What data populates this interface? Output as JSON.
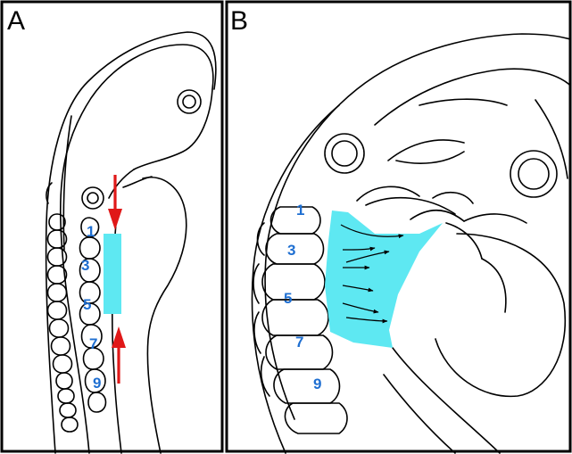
{
  "panels": [
    {
      "letter": "A",
      "somite_labels": [
        "1",
        "3",
        "5",
        "7",
        "9"
      ]
    },
    {
      "letter": "B",
      "somite_labels": [
        "1",
        "3",
        "5",
        "7",
        "9"
      ]
    }
  ],
  "colors": {
    "region_fill": "#5ee8f2",
    "label_text": "#1f6fd1",
    "arrow_red": "#e01818",
    "frame": "#000000"
  },
  "icons": {
    "panel_a_arrows": "red-arrow-icon",
    "panel_b_flow_arrows": "black-arrow-icon"
  }
}
